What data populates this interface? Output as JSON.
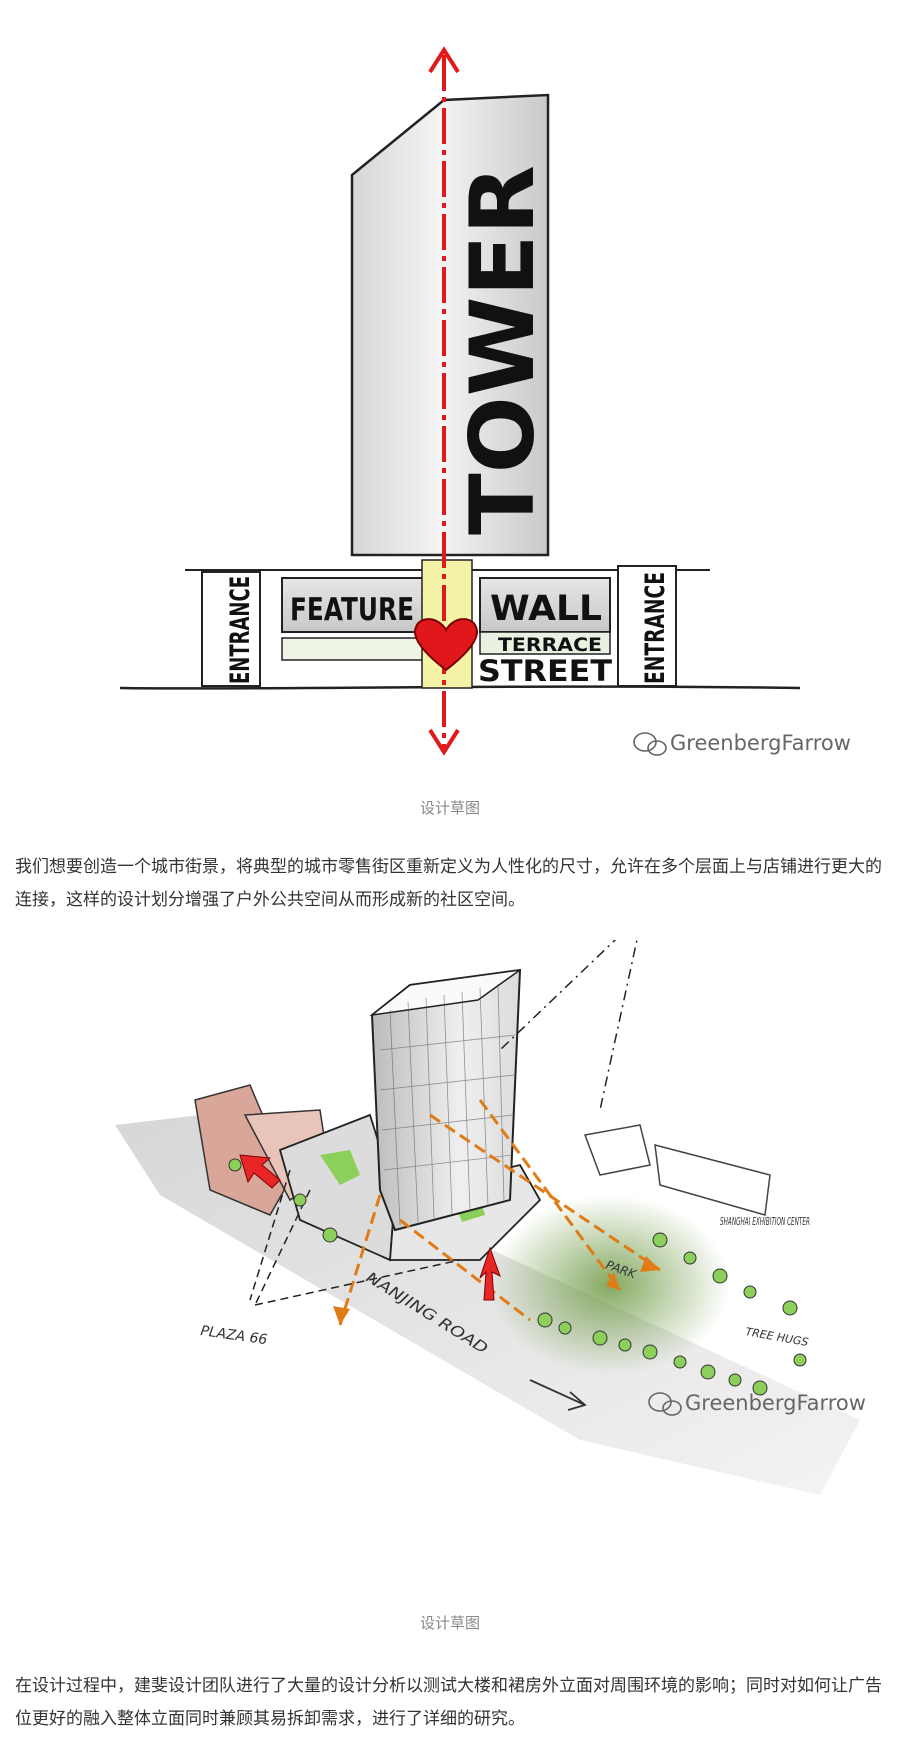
{
  "figure1": {
    "tower_label": "TOWER",
    "podium_labels": {
      "entrance_left": "ENTRANCE",
      "feature": "FEATURE",
      "wall": "WALL",
      "terrace": "TERRACE",
      "street": "STREET",
      "entrance_right": "ENTRANCE"
    },
    "watermark": "GreenbergFarrow",
    "caption": "设计草图"
  },
  "paragraph1": "我们想要创造一个城市街景，将典型的城市零售街区重新定义为人性化的尺寸，允许在多个层面上与店铺进行更大的连接，这样的设计划分增强了户外公共空间从而形成新的社区空间。",
  "figure2": {
    "labels": {
      "plaza": "PLAZA 66",
      "road": "NANJING ROAD",
      "park": "PARK",
      "exhibition_center": "SHANGHAI EXHIBITION CENTER",
      "tree_hugs": "TREE HUGS"
    },
    "watermark": "GreenbergFarrow",
    "caption": "设计草图"
  },
  "paragraph2": "在设计过程中，建斐设计团队进行了大量的设计分析以测试大楼和裙房外立面对周围环境的影响；同时对如何让广告位更好的融入整体立面同时兼顾其易拆卸需求，进行了详细的研究。"
}
